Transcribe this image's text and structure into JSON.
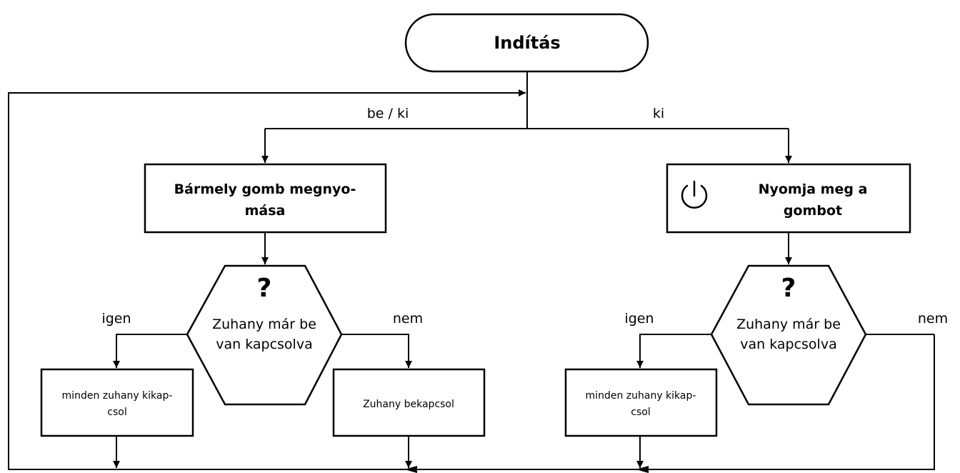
{
  "start": {
    "label": "Indítás"
  },
  "branch_labels": {
    "left": "be / ki",
    "right": "ki"
  },
  "left_branch": {
    "action_box": {
      "line1": "Bármely gomb megnyo-",
      "line2": "mása"
    },
    "decision": {
      "symbol": "?",
      "line1": "Zuhany már be",
      "line2": "van kapcsolva"
    },
    "yes_label": "igen",
    "no_label": "nem",
    "yes_action": {
      "line1": "minden zuhany kikap-",
      "line2": "csol"
    },
    "no_action": {
      "label": "Zuhany bekapcsol"
    }
  },
  "right_branch": {
    "action_box": {
      "icon": "power-icon",
      "line1": "Nyomja meg a",
      "line2": "gombot"
    },
    "decision": {
      "symbol": "?",
      "line1": "Zuhany már be",
      "line2": "van kapcsolva"
    },
    "yes_label": "igen",
    "no_label": "nem",
    "yes_action": {
      "line1": "minden zuhany kikap-",
      "line2": "csol"
    }
  },
  "colors": {
    "stroke": "#000000",
    "background": "#ffffff"
  }
}
